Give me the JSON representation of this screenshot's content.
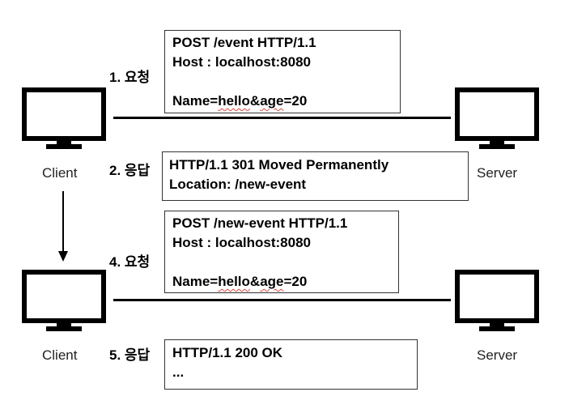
{
  "labels": {
    "client": "Client",
    "server": "Server"
  },
  "steps": {
    "s1": "1. 요청",
    "s2": "2. 응답",
    "s4": "4. 요청",
    "s5": "5. 응답"
  },
  "request1": {
    "line1": "POST /event HTTP/1.1",
    "line2": "Host : localhost:8080",
    "line3_prefix": "Name=",
    "line3_word1": "hello",
    "line3_amp": "&",
    "line3_word2": "age",
    "line3_suffix": "=20"
  },
  "response1": {
    "line1": "HTTP/1.1 301 Moved Permanently",
    "line2": "Location: /new-event"
  },
  "request2": {
    "line1": "POST /new-event HTTP/1.1",
    "line2": "Host : localhost:8080",
    "line3_prefix": "Name=",
    "line3_word1": "hello",
    "line3_amp": "&",
    "line3_word2": "age",
    "line3_suffix": "=20"
  },
  "response2": {
    "line1": "HTTP/1.1 200 OK",
    "line2": "..."
  }
}
